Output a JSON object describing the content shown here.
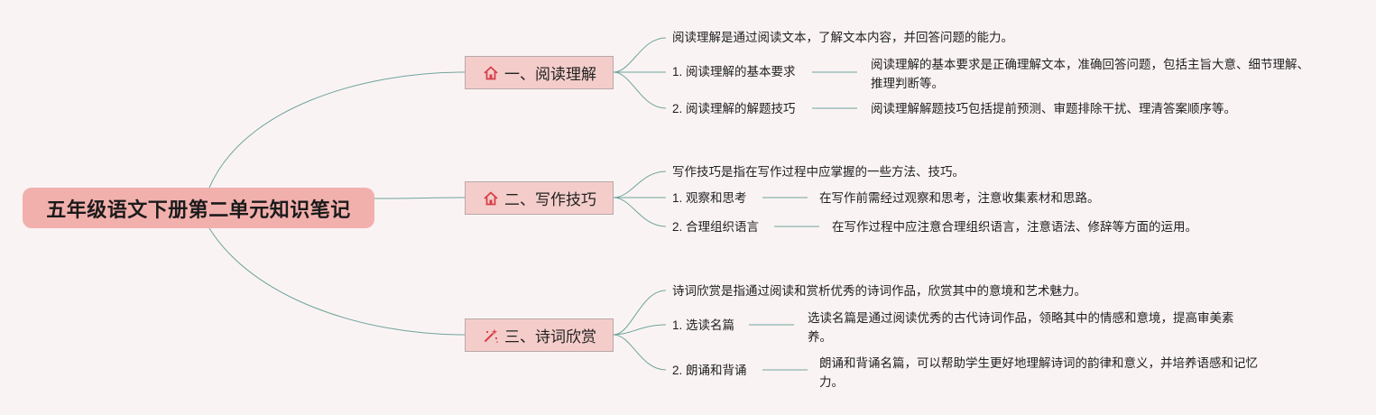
{
  "root": {
    "title": "五年级语文下册第二单元知识笔记"
  },
  "colors": {
    "root_bg": "#f2b0ad",
    "branch_bg": "#f4cdca",
    "line": "#6fa59b",
    "icon": "#d63f4a"
  },
  "branches": [
    {
      "label": "一、阅读理解",
      "icon": "house-icon",
      "summary": "阅读理解是通过阅读文本，了解文本内容，并回答问题的能力。",
      "items": [
        {
          "title": "1. 阅读理解的基本要求",
          "desc": "阅读理解的基本要求是正确理解文本，准确回答问题，包括主旨大意、细节理解、推理判断等。"
        },
        {
          "title": "2. 阅读理解的解题技巧",
          "desc": "阅读理解解题技巧包括提前预测、审题排除干扰、理清答案顺序等。"
        }
      ]
    },
    {
      "label": "二、写作技巧",
      "icon": "house-icon",
      "summary": "写作技巧是指在写作过程中应掌握的一些方法、技巧。",
      "items": [
        {
          "title": "1. 观察和思考",
          "desc": "在写作前需经过观察和思考，注意收集素材和思路。"
        },
        {
          "title": "2. 合理组织语言",
          "desc": "在写作过程中应注意合理组织语言，注意语法、修辞等方面的运用。"
        }
      ]
    },
    {
      "label": "三、诗词欣赏",
      "icon": "magic-wand-icon",
      "summary": "诗词欣赏是指通过阅读和赏析优秀的诗词作品，欣赏其中的意境和艺术魅力。",
      "items": [
        {
          "title": "1. 选读名篇",
          "desc": "选读名篇是通过阅读优秀的古代诗词作品，领略其中的情感和意境，提高审美素养。"
        },
        {
          "title": "2. 朗诵和背诵",
          "desc": "朗诵和背诵名篇，可以帮助学生更好地理解诗词的韵律和意义，并培养语感和记忆力。"
        }
      ]
    }
  ]
}
